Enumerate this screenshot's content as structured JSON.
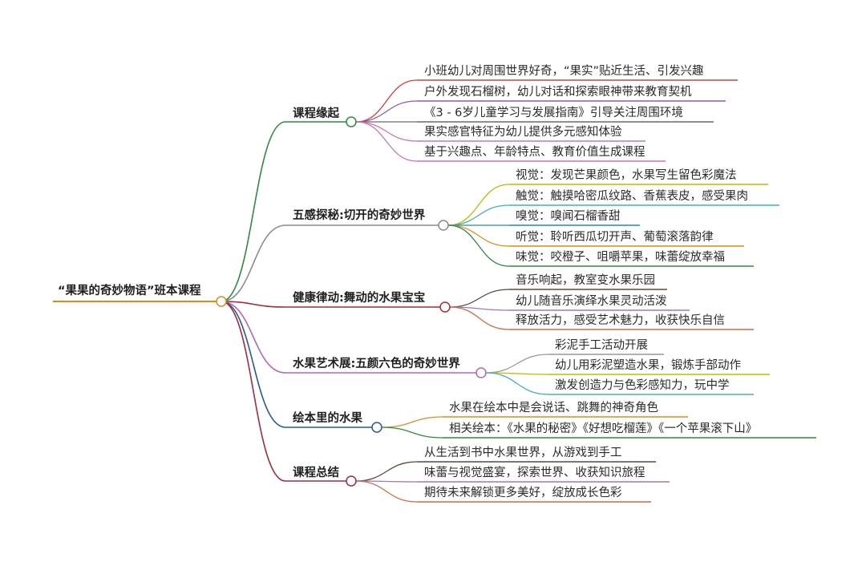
{
  "root": "“果果的奇妙物语”班本课程",
  "branches": [
    {
      "title": "课程缘起",
      "color": "#2e8b3d",
      "items": [
        {
          "text": "小班幼儿对周围世界好奇，“果实”贴近生活、引发兴趣",
          "color": "#d93a3a"
        },
        {
          "text": "户外发现石榴树，幼儿对话和探索眼神带来教育契机",
          "color": "#8e5ab0"
        },
        {
          "text": "《3 - 6岁儿童学习与发展指南》引导关注周围环境",
          "color": "#6b6b6b"
        },
        {
          "text": "果实感官特征为幼儿提供多元感知体验",
          "color": "#cc77b0"
        },
        {
          "text": "基于兴趣点、年龄特点、教育价值生成课程",
          "color": "#cc77b0"
        }
      ]
    },
    {
      "title": "五感探秘:切开的奇妙世界",
      "color": "#8a8a8a",
      "items": [
        {
          "text": "视觉：发现芒果颜色，水果写生留色彩魔法",
          "color": "#c9b400"
        },
        {
          "text": "触觉：触摸哈密瓜纹路、香蕉表皮，感受果肉",
          "color": "#3fb0c7"
        },
        {
          "text": "嗅觉：嗅闻石榴香甜",
          "color": "#2a8aa0"
        },
        {
          "text": "听觉：聆听西瓜切开声、葡萄滚落韵律",
          "color": "#e08a1e"
        },
        {
          "text": "味觉：咬橙子、咀嚼苹果，味蕾绽放幸福",
          "color": "#2e8b3d"
        }
      ]
    },
    {
      "title": "健康律动:舞动的水果宝宝",
      "color": "#a32a3a",
      "items": [
        {
          "text": "音乐响起，教室变水果乐园",
          "color": "#5a4a3a"
        },
        {
          "text": "幼儿随音乐演绎水果灵动活泼",
          "color": "#9a7ab8"
        },
        {
          "text": "释放活力，感受艺术魅力，收获快乐自信",
          "color": "#d06a4a"
        }
      ]
    },
    {
      "title": "水果艺术展:五颜六色的奇妙世界",
      "color": "#b06ab8",
      "items": [
        {
          "text": "彩泥手工活动开展",
          "color": "#9a9a9a"
        },
        {
          "text": "幼儿用彩泥塑造水果，锻炼手部动作",
          "color": "#c9b400"
        },
        {
          "text": "激发创造力与色彩感知力，玩中学",
          "color": "#3fb0c7"
        }
      ]
    },
    {
      "title": "绘本里的水果",
      "color": "#2a5a8a",
      "items": [
        {
          "text": "水果在绘本中是会说话、跳舞的神奇角色",
          "color": "#e08a1e"
        },
        {
          "text": "相关绘本：《水果的秘密》《好想吃榴莲》《一个苹果滚下山》",
          "color": "#2e8b3d"
        }
      ]
    },
    {
      "title": "课程总结",
      "color": "#a32a3a",
      "items": [
        {
          "text": "从生活到书中水果世界，从游戏到手工",
          "color": "#5a4a3a"
        },
        {
          "text": "味蕾与视觉盛宴，探索世界、收获知识旅程",
          "color": "#9a7ab8"
        },
        {
          "text": "期待未来解锁更多美好，绽放成长色彩",
          "color": "#d06a4a"
        }
      ]
    }
  ]
}
